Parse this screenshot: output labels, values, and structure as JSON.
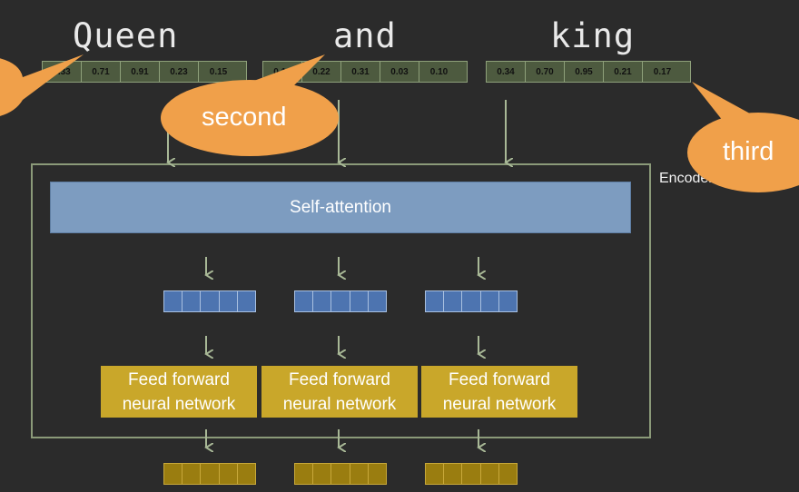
{
  "words": [
    "Queen",
    "and",
    "king"
  ],
  "embeddings": [
    [
      "0.33",
      "0.71",
      "0.91",
      "0.23",
      "0.15"
    ],
    [
      "0.12",
      "0.22",
      "0.31",
      "0.03",
      "0.10"
    ],
    [
      "0.34",
      "0.70",
      "0.95",
      "0.21",
      "0.17"
    ]
  ],
  "encoder_label": "Encoder",
  "self_attention_label": "Self-attention",
  "ffn": [
    {
      "line1": "Feed forward",
      "line2": "neural network"
    },
    {
      "line1": "Feed forward",
      "line2": "neural network"
    },
    {
      "line1": "Feed forward",
      "line2": "neural network"
    }
  ],
  "callouts": {
    "second": "second",
    "third": "third"
  },
  "colors": {
    "background": "#2b2b2b",
    "embedding_fill": "#4d5a3f",
    "self_attention": "#7d9cc0",
    "attention_output": "#4d74b0",
    "ffn": "#c9a72a",
    "ffn_output": "#9a7d10",
    "callout": "#f0a04a"
  }
}
